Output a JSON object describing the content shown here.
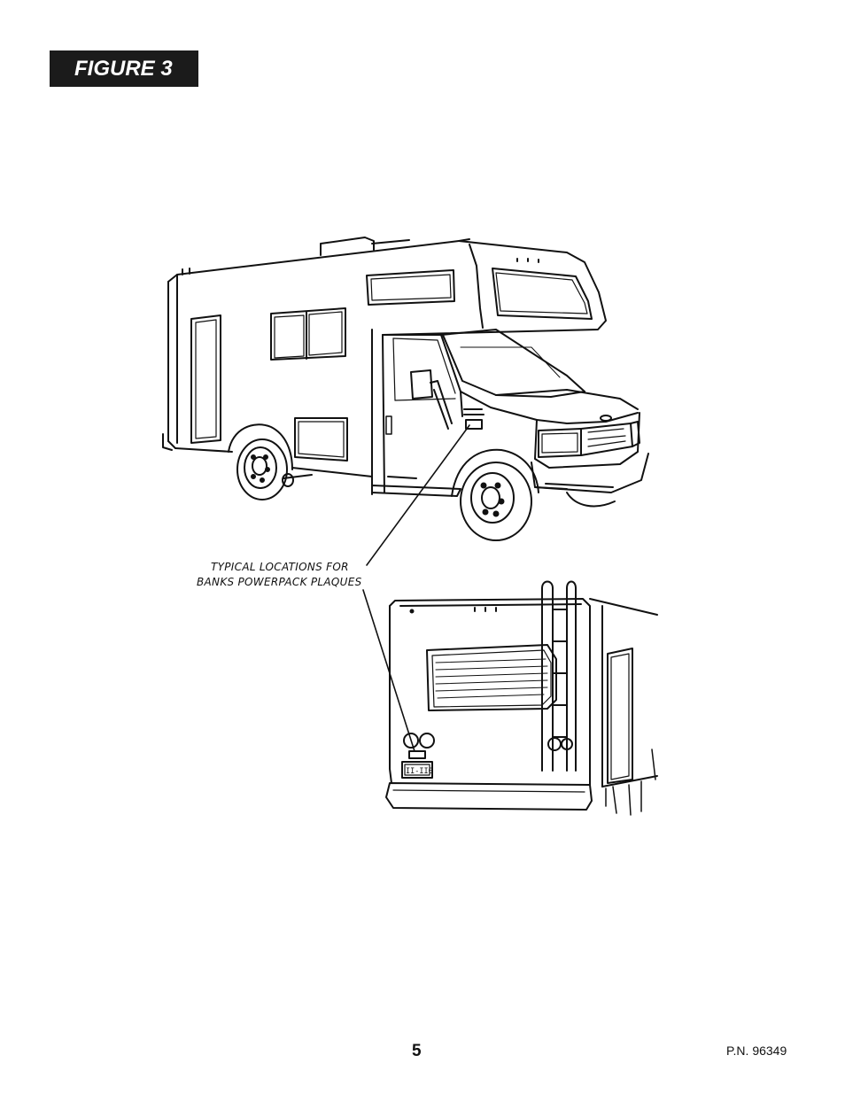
{
  "figure_label": "FIGURE 3",
  "callout": {
    "line1": "TYPICAL LOCATIONS FOR",
    "line2": "BANKS POWERPACK PLAQUES"
  },
  "plate_text": "II-II0",
  "footer": {
    "page_number": "5",
    "part_number": "P.N. 96349"
  },
  "illustration": {
    "icon_front": "motorhome-front-three-quarter-icon",
    "icon_rear": "motorhome-rear-three-quarter-icon"
  }
}
